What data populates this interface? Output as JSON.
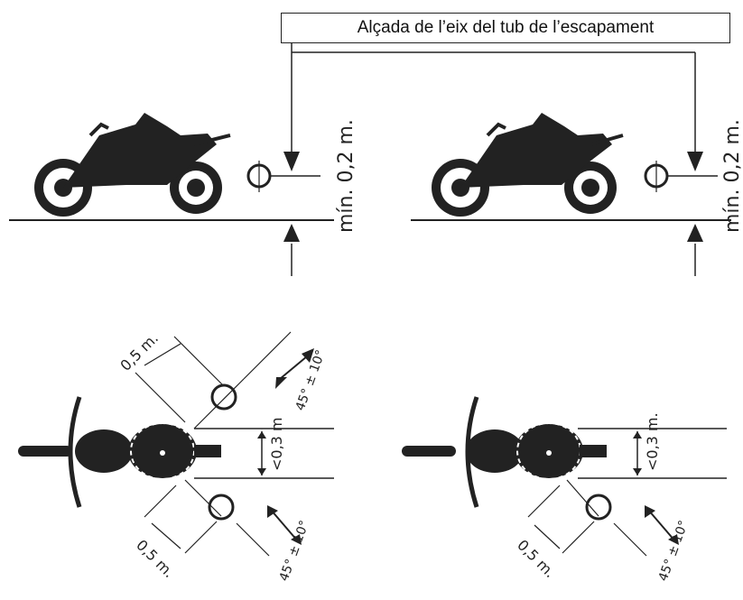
{
  "header": {
    "title": "Alçada de l’eix del tub de l’escapament"
  },
  "side_views": {
    "left": {
      "height_label": "mín. 0,2 m."
    },
    "right": {
      "height_label": "mín. 0,2 m."
    }
  },
  "top_views": {
    "left": {
      "offset_top_label": "0,5 m.",
      "offset_bottom_label": "0,5 m.",
      "width_label": "<0,3 m",
      "angle_top_label": "45° ± 10°",
      "angle_bottom_label": "45° ± 10°"
    },
    "right": {
      "offset_bottom_label": "0,5 m.",
      "width_label": "<0,3 m.",
      "angle_bottom_label": "45° ± 10°"
    }
  },
  "colors": {
    "ink": "#222222",
    "background": "#ffffff"
  }
}
